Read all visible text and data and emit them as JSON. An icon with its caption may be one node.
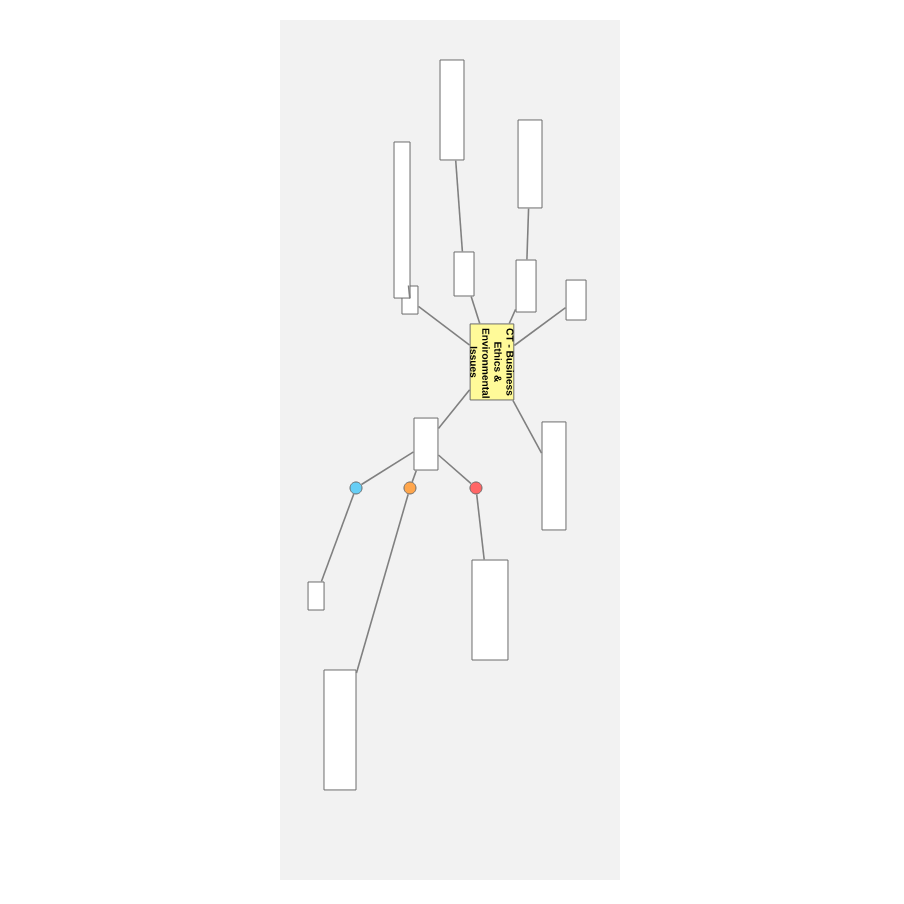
{
  "diagram": {
    "nodes": [
      {
        "text": [
          "CT - Business Ethics & Environmental Issues"
        ]
      },
      {
        "text": [],
        "shape": "box"
      },
      {
        "text": [],
        "shape": "box"
      },
      {
        "text": [],
        "shape": "box"
      },
      {
        "text": [],
        "shape": "box"
      },
      {
        "text": [],
        "shape": "box"
      },
      {
        "text": [],
        "shape": "box"
      },
      {
        "text": [],
        "shape": "box"
      },
      {
        "text": [],
        "shape": "box"
      },
      {
        "text": [],
        "shape": "box"
      },
      {
        "text": [],
        "shape": "circle"
      },
      {
        "text": [],
        "shape": "circle"
      },
      {
        "text": [],
        "shape": "circle"
      },
      {
        "text": [],
        "shape": "box"
      },
      {
        "text": [],
        "shape": "box"
      },
      {
        "text": [],
        "shape": "box"
      }
    ],
    "edges": [
      {
        "from": 0,
        "to": 1,
        "arrow": "none"
      },
      {
        "from": 0,
        "to": 2,
        "arrow": "none"
      },
      {
        "from": 0,
        "to": 3,
        "arrow": "none"
      },
      {
        "from": 0,
        "to": 4,
        "arrow": "none"
      },
      {
        "from": 0,
        "to": 5,
        "arrow": "none"
      },
      {
        "from": 0,
        "to": 6,
        "arrow": "none"
      },
      {
        "from": 1,
        "to": 7,
        "arrow": "none"
      },
      {
        "from": 2,
        "to": 8,
        "arrow": "none"
      },
      {
        "from": 3,
        "to": 9,
        "arrow": "none"
      },
      {
        "from": 5,
        "to": 10,
        "arrow": "none"
      },
      {
        "from": 5,
        "to": 11,
        "arrow": "none"
      },
      {
        "from": 5,
        "to": 12,
        "arrow": "none"
      },
      {
        "from": 12,
        "to": 13,
        "arrow": "none"
      },
      {
        "from": 11,
        "to": 14,
        "arrow": "none"
      },
      {
        "from": 10,
        "to": 15,
        "arrow": "none"
      }
    ]
  }
}
